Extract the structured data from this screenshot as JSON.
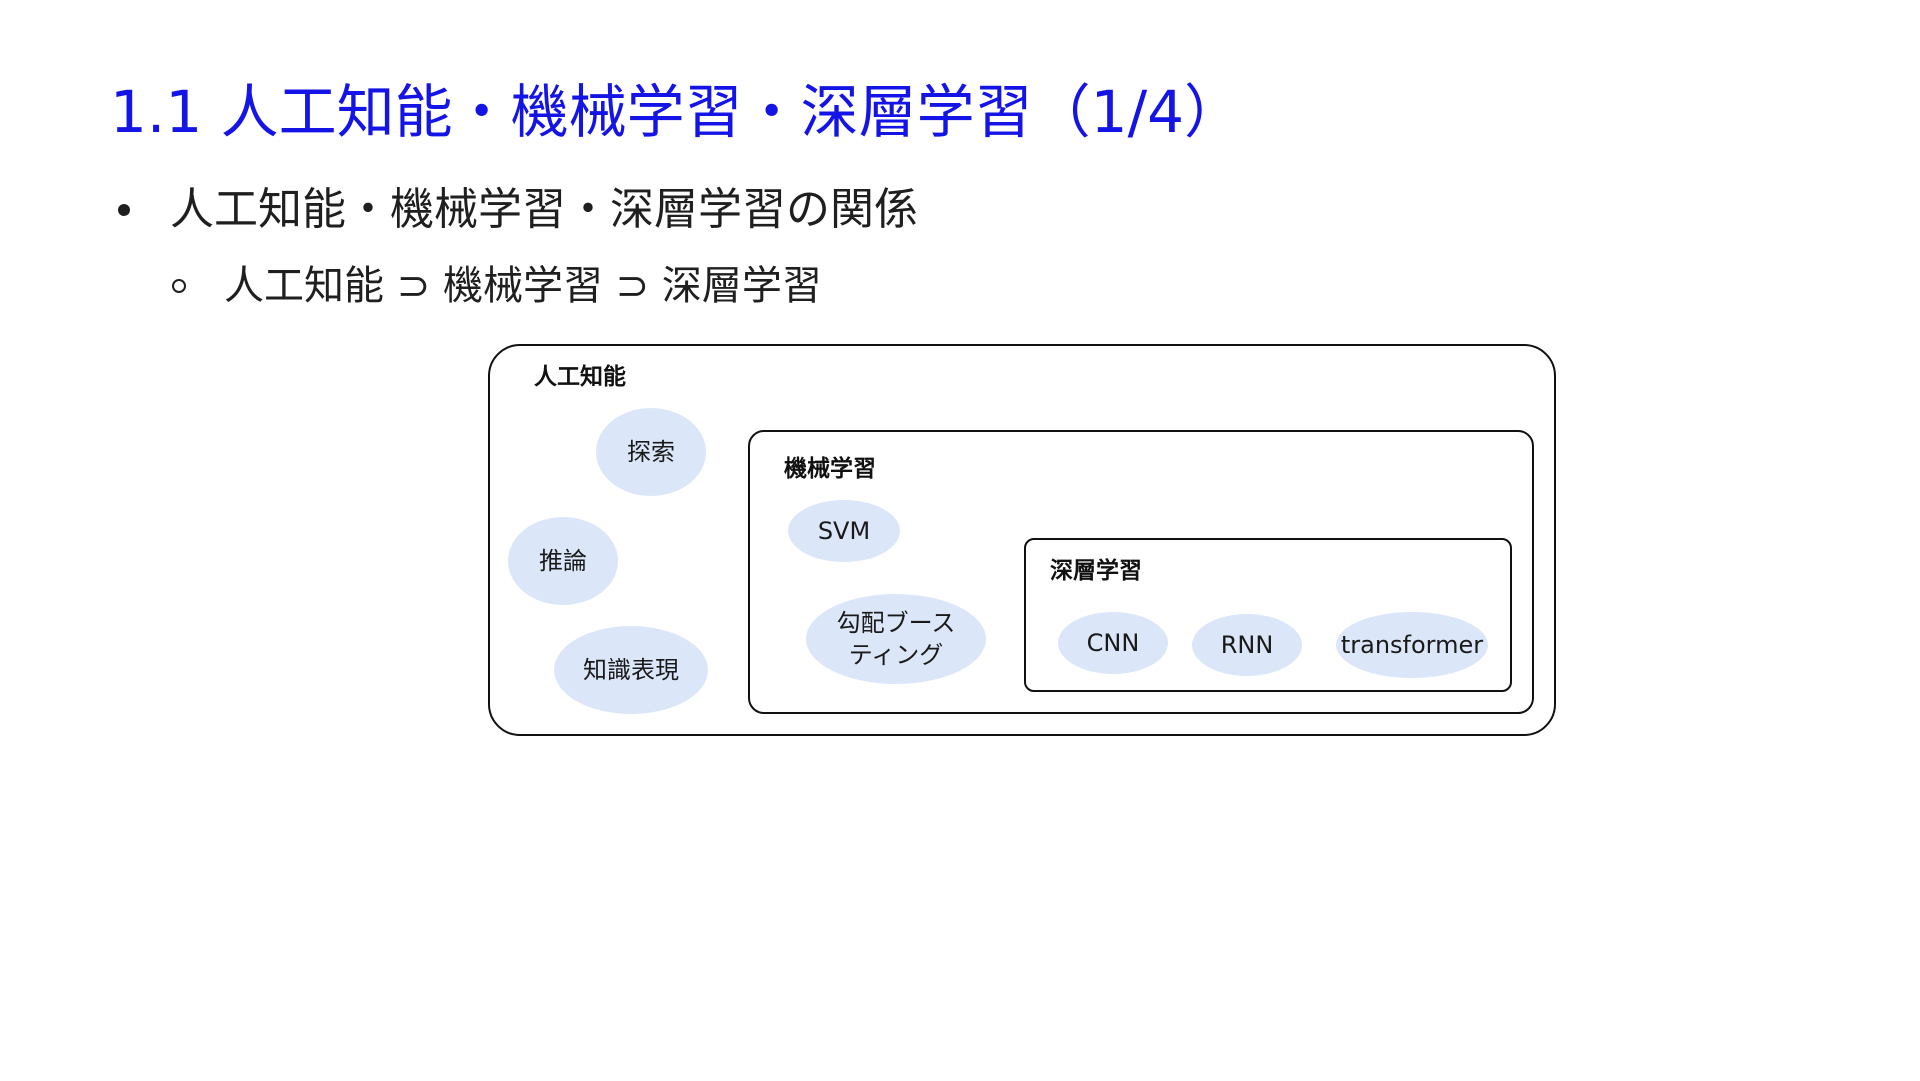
{
  "title": "1.1 人工知能・機械学習・深層学習（1/4）",
  "bullets": {
    "level1": "人工知能・機械学習・深層学習の関係",
    "level2": "人工知能 ⊃ 機械学習 ⊃ 深層学習"
  },
  "diagram": {
    "ai": {
      "label": "人工知能",
      "items": [
        "探索",
        "推論",
        "知識表現"
      ]
    },
    "ml": {
      "label": "機械学習",
      "items": [
        "SVM",
        "勾配ブースティング"
      ],
      "gbt_line1": "勾配ブース",
      "gbt_line2": "ティング"
    },
    "dl": {
      "label": "深層学習",
      "items": [
        "CNN",
        "RNN",
        "transformer"
      ]
    }
  },
  "colors": {
    "title": "#1414e6",
    "ellipse_fill": "#dbe6f8",
    "border": "#111111"
  }
}
